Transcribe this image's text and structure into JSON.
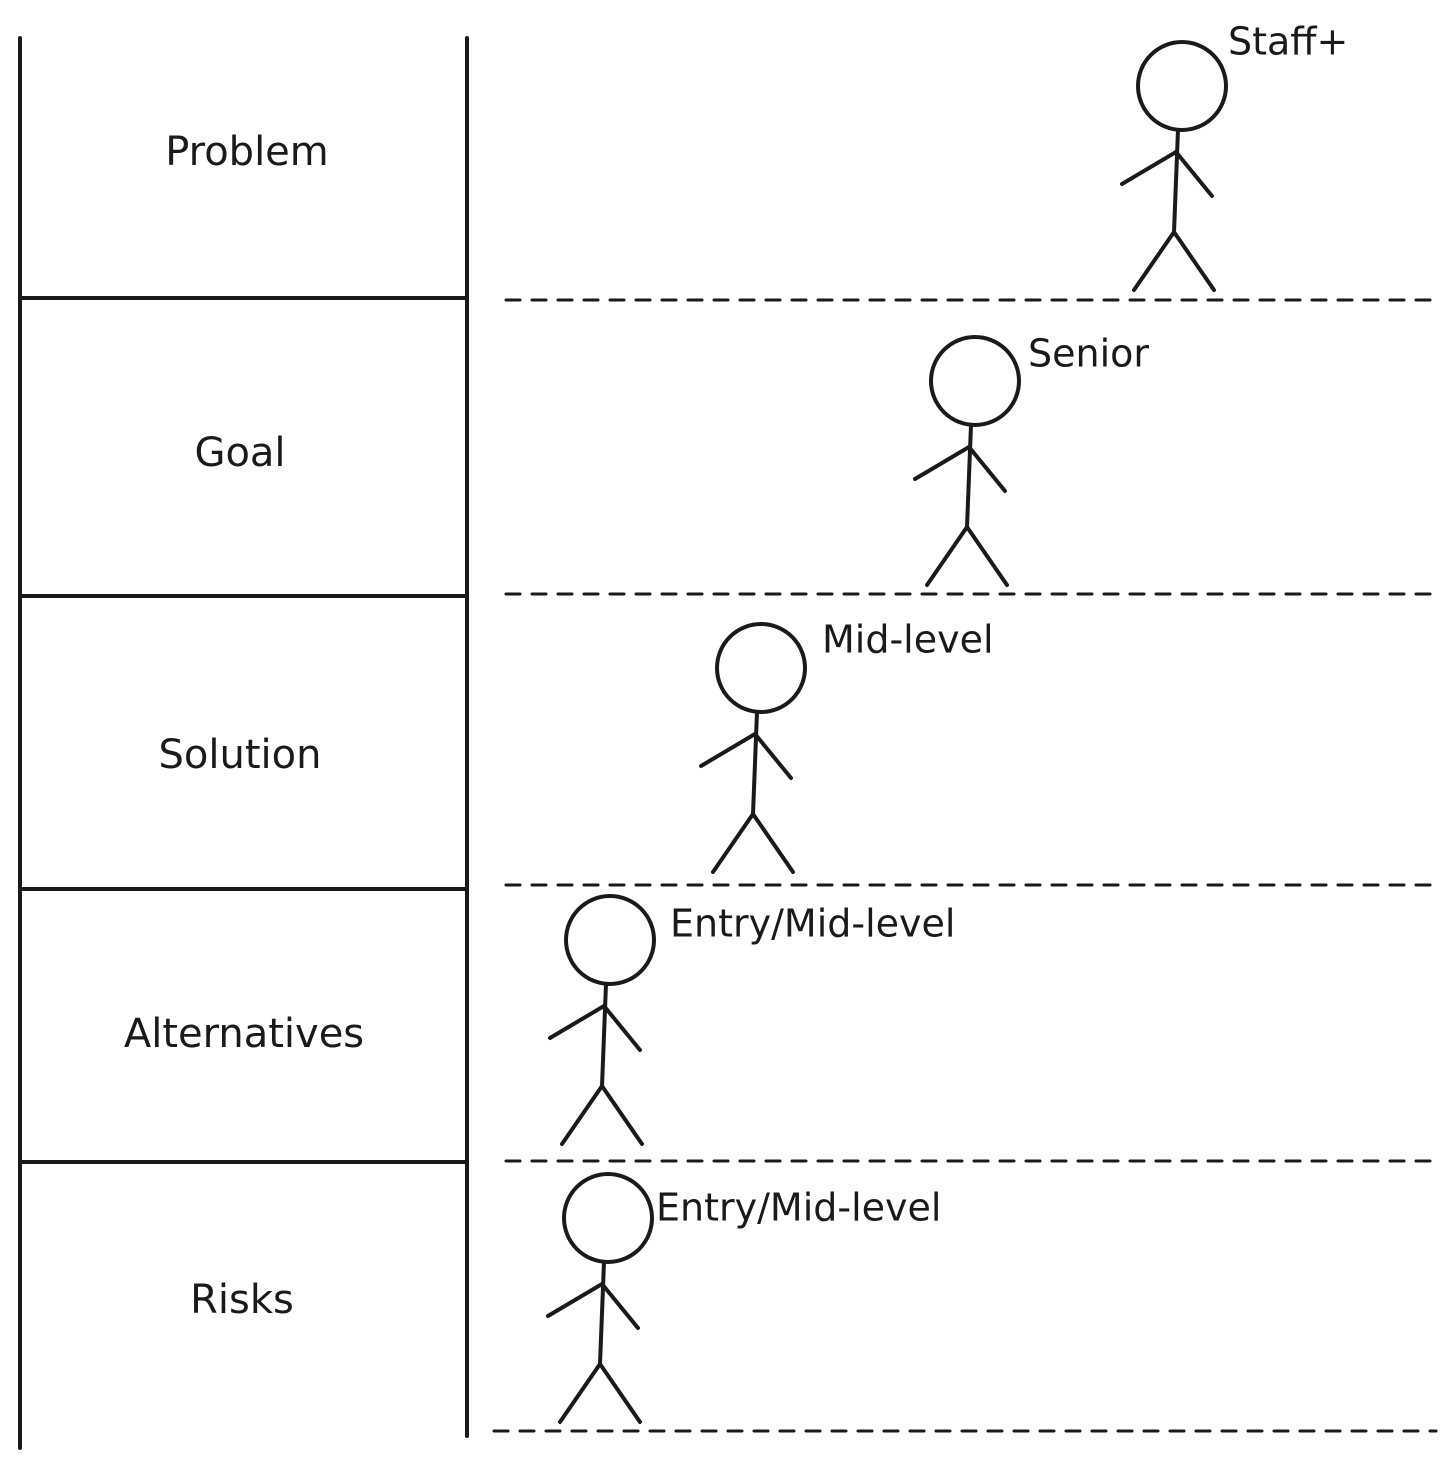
{
  "diagram": {
    "stages": [
      {
        "label": "Problem",
        "level": "Staff+"
      },
      {
        "label": "Goal",
        "level": "Senior"
      },
      {
        "label": "Solution",
        "level": "Mid-level"
      },
      {
        "label": "Alternatives",
        "level": "Entry/Mid-level"
      },
      {
        "label": "Risks",
        "level": "Entry/Mid-level"
      }
    ],
    "colors": {
      "ink": "#1a1a1a",
      "background": "#ffffff"
    },
    "icons": {
      "person": "stick-figure-icon"
    }
  }
}
